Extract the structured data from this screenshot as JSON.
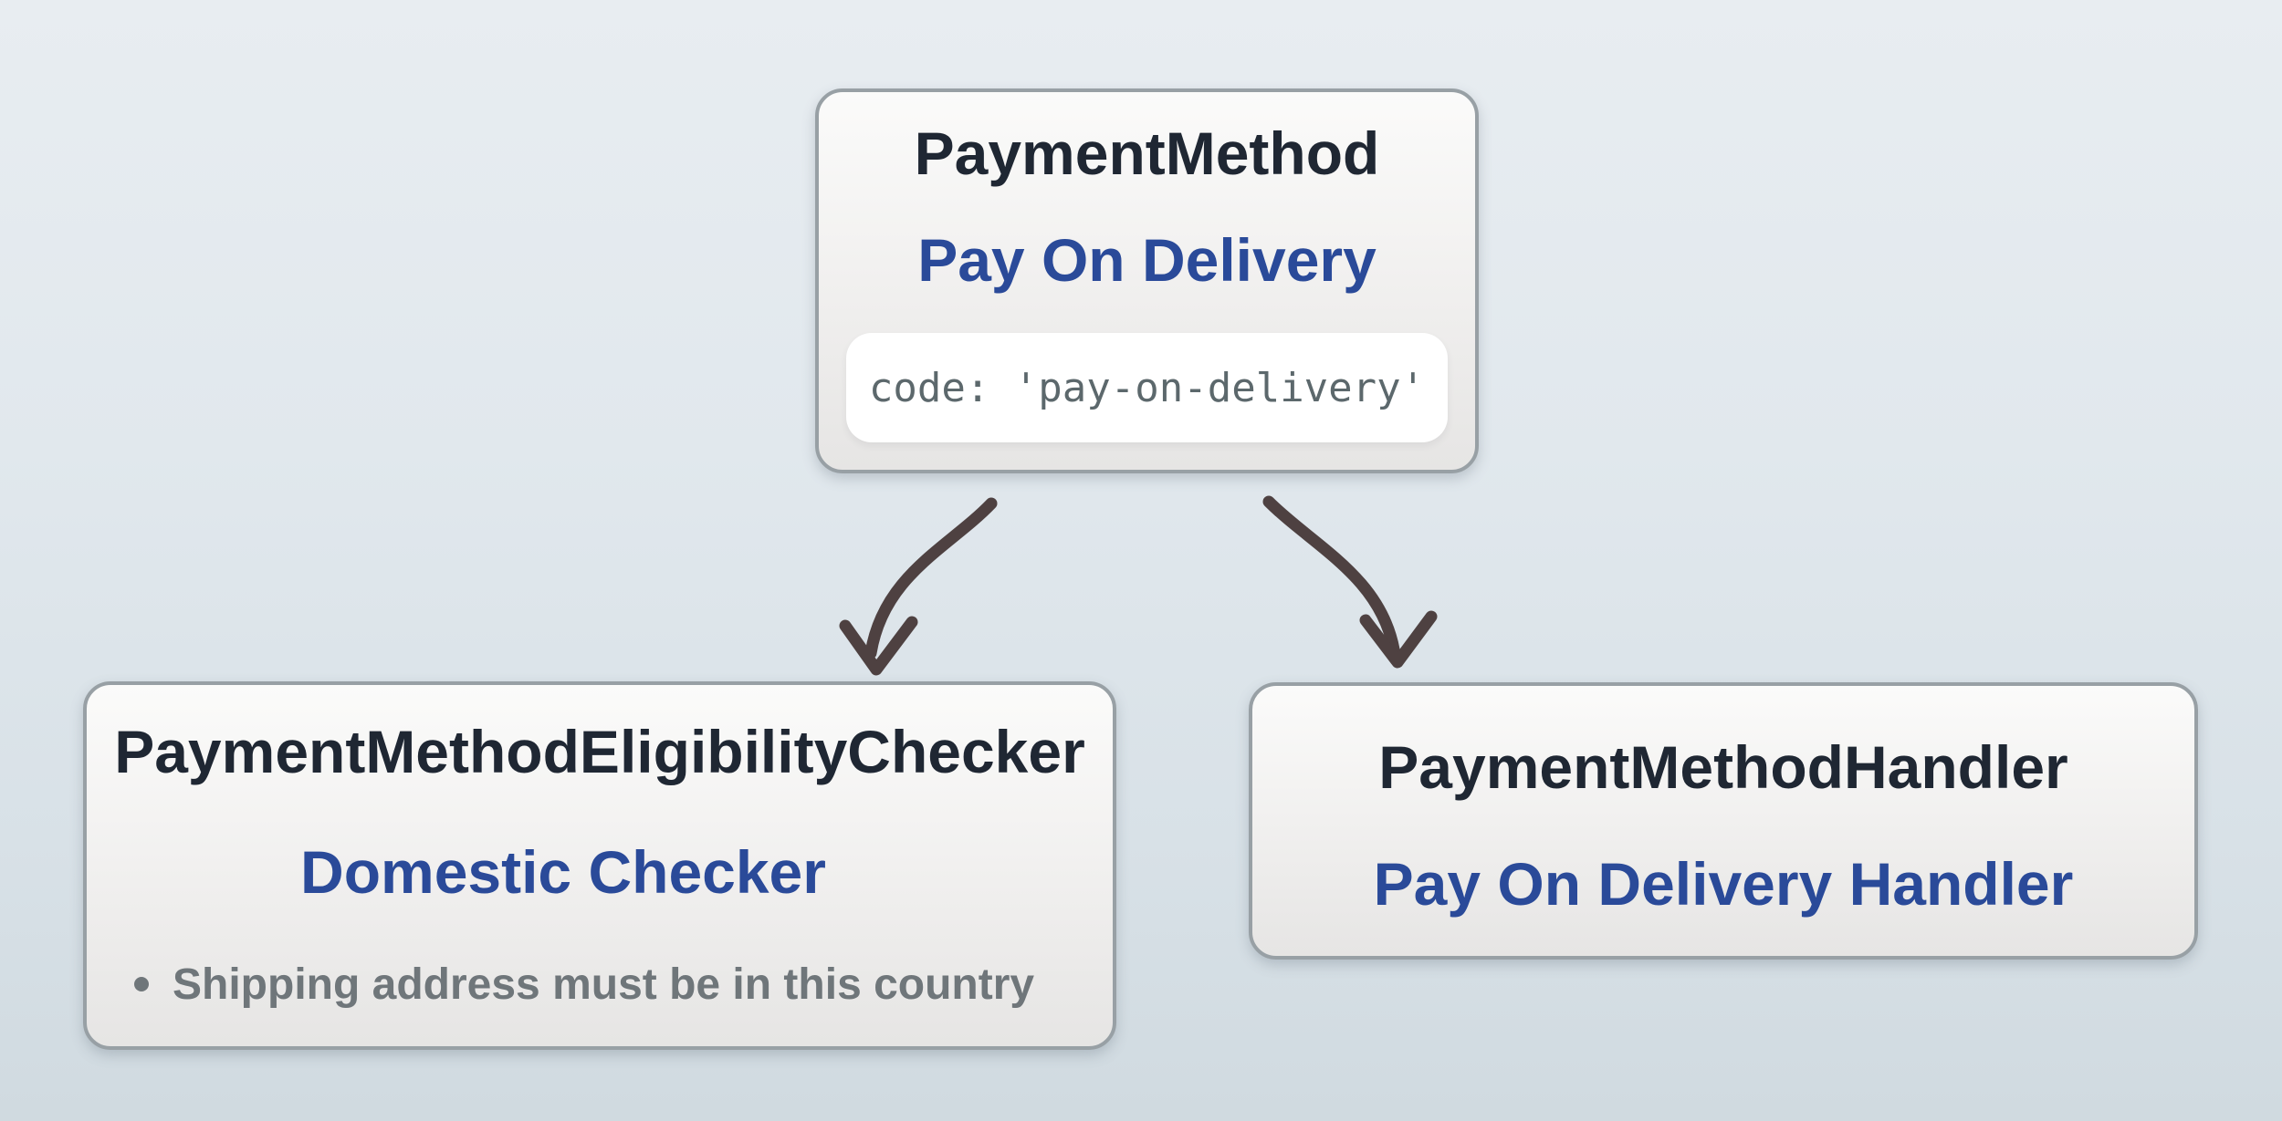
{
  "diagram": {
    "nodes": {
      "payment_method": {
        "title": "PaymentMethod",
        "subtitle": "Pay On Delivery",
        "code": "code: 'pay-on-delivery'"
      },
      "eligibility_checker": {
        "title": "PaymentMethodEligibilityChecker",
        "subtitle": "Domestic Checker",
        "bullets": [
          "Shipping address must be in this country"
        ]
      },
      "handler": {
        "title": "PaymentMethodHandler",
        "subtitle": "Pay On Delivery Handler"
      }
    },
    "edges": [
      {
        "from": "payment_method",
        "to": "eligibility_checker"
      },
      {
        "from": "payment_method",
        "to": "handler"
      }
    ],
    "colors": {
      "title_text": "#1f2733",
      "subtitle_text": "#2a4a99",
      "bullet_text": "#6f767a",
      "code_text": "#5c686c",
      "node_border": "#98a0a5",
      "node_fill_top": "#fbfbfa",
      "node_fill_bottom": "#e6e5e4",
      "code_chip_bg": "#ffffff",
      "arrow": "#4e4141",
      "background_top": "#e8edf1",
      "background_bottom": "#d0dae0"
    }
  }
}
